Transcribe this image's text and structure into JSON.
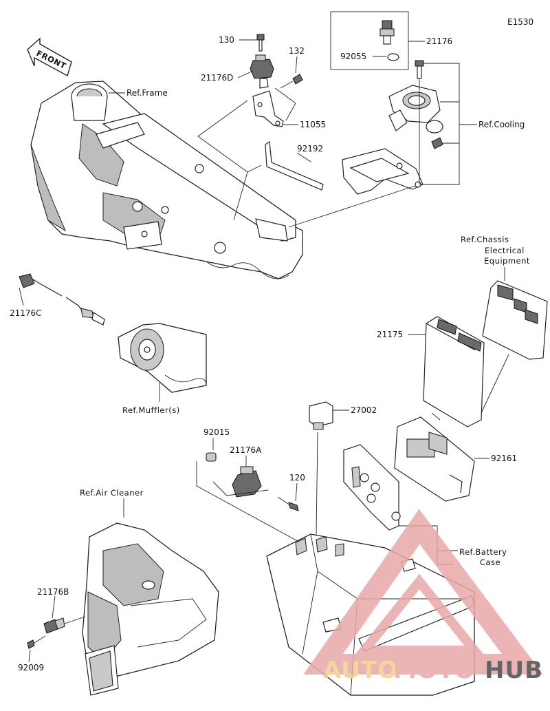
{
  "diagram": {
    "code": "E1530",
    "front_label": "FRONT",
    "parts": {
      "p130": "130",
      "p132": "132",
      "p21176D": "21176D",
      "p11055": "11055",
      "p92192": "92192",
      "p21176": "21176",
      "p92055": "92055",
      "p21176C": "21176C",
      "p21175": "21175",
      "p27002": "27002",
      "p92015": "92015",
      "p21176A": "21176A",
      "p120": "120",
      "p92161": "92161",
      "p21176B": "21176B",
      "p92009": "92009"
    },
    "refs": {
      "frame": "Ref.Frame",
      "cooling": "Ref.Cooling",
      "chassis_1": "Ref.Chassis",
      "chassis_2": "Electrical",
      "chassis_3": "Equipment",
      "muffler": "Ref.Muffler(s)",
      "air_cleaner": "Ref.Air Cleaner",
      "battery_1": "Ref.Battery",
      "battery_2": "Case"
    }
  },
  "watermark": {
    "part1": "AUTO",
    "part2": "MOTO",
    "part3": "HUB",
    "colors": {
      "accent": "#e8a9a9",
      "gold": "#f2cf8a",
      "dark": "#4a4a4a"
    }
  }
}
